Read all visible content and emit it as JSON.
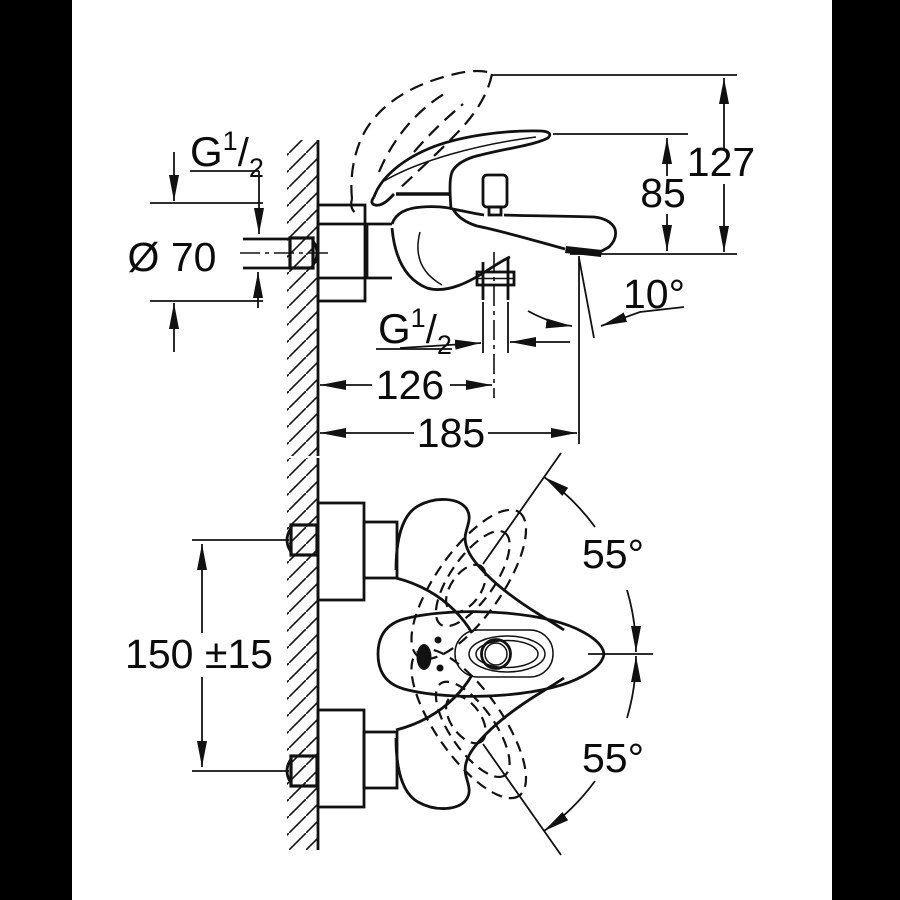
{
  "page_background": "#000000",
  "drawing_background": "#ffffff",
  "line_color": "#111111",
  "side_view": {
    "labels": {
      "thread_top_left": {
        "base": "G",
        "sup": "1",
        "slash": "/",
        "sub": "2"
      },
      "diameter": "Ø 70",
      "height_total": "127",
      "height_handle": "85",
      "spout_angle": "10°",
      "thread_shower_outlet": {
        "base": "G",
        "sup": "1",
        "slash": "/",
        "sub": "2"
      },
      "projection_outlet": "126",
      "projection_total": "185"
    }
  },
  "plan_view": {
    "labels": {
      "connection_distance": "150 ±15",
      "handle_swing_upper": "55°",
      "handle_swing_lower": "55°"
    }
  }
}
